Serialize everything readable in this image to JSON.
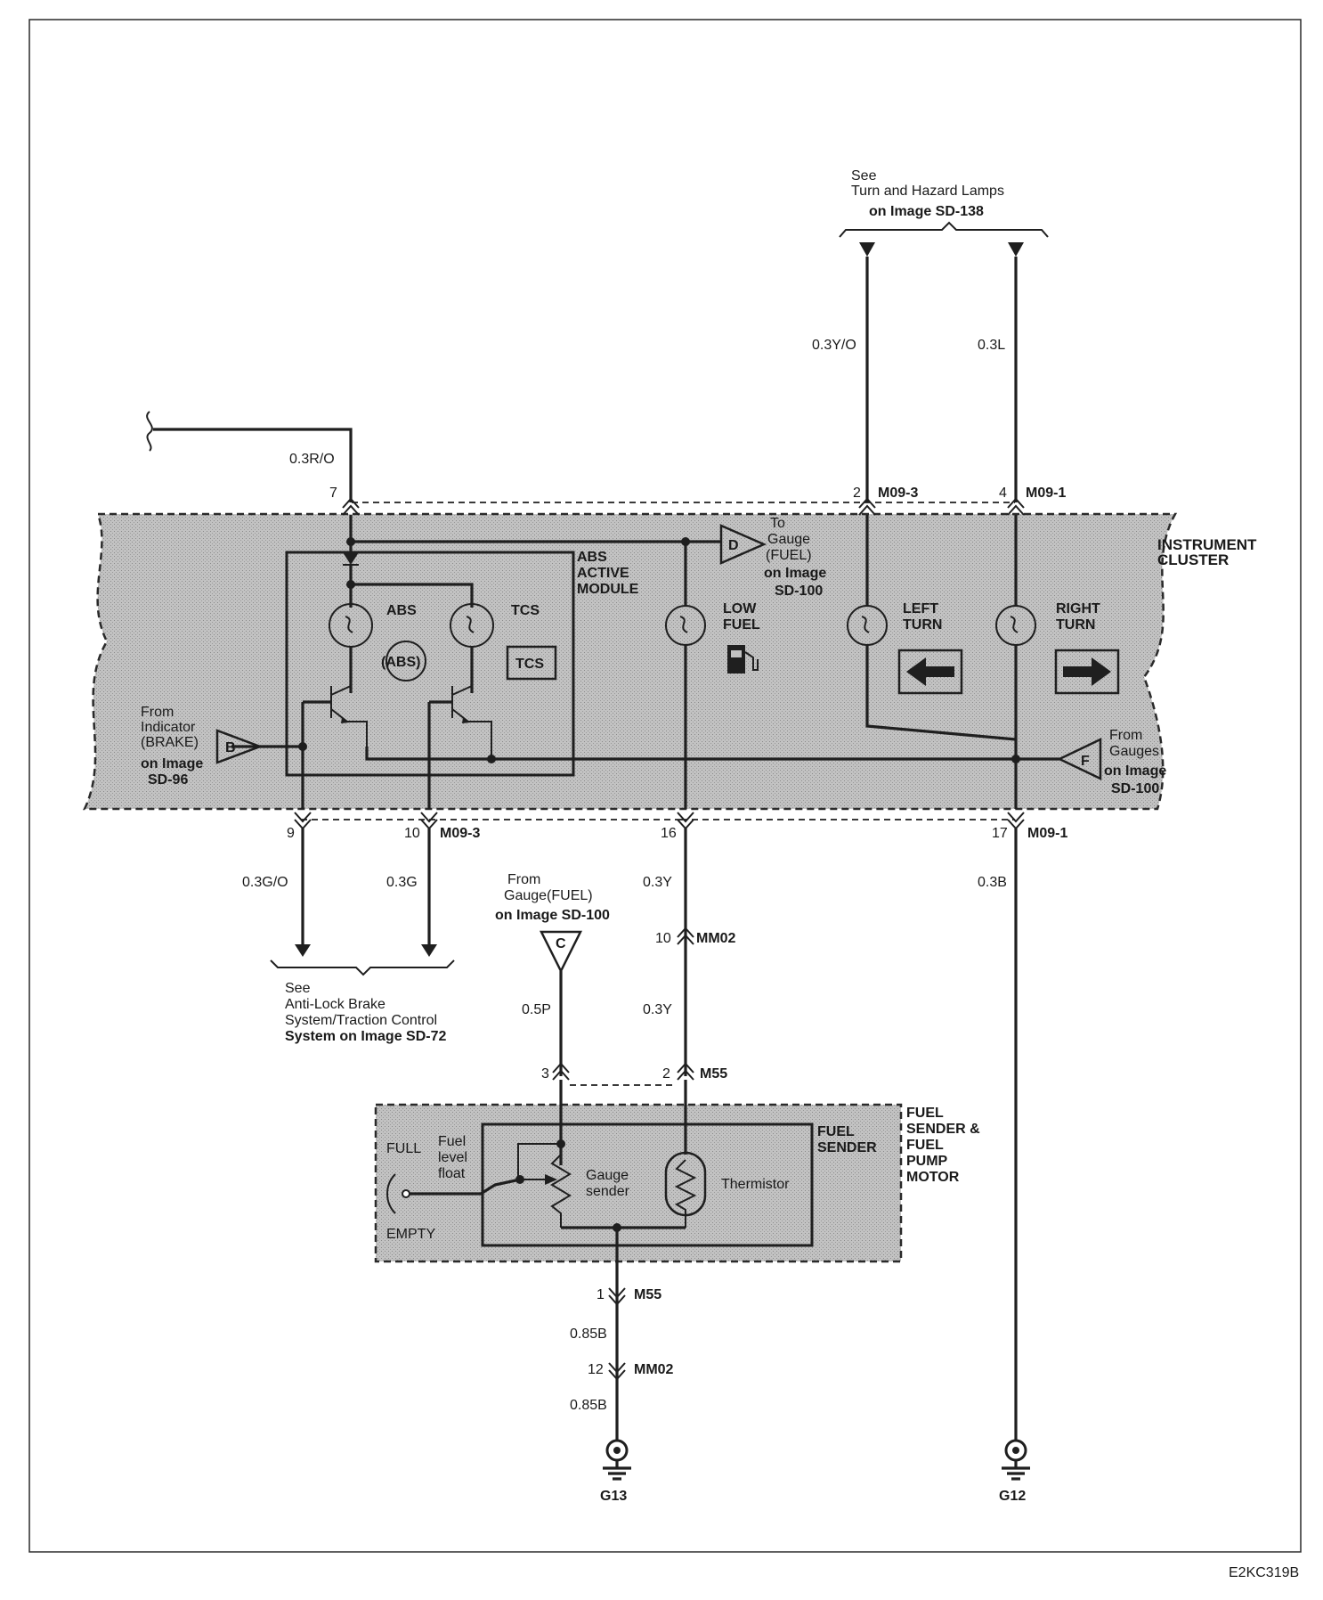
{
  "references": {
    "turn_hazard": {
      "line1": "See",
      "line2": "Turn and Hazard Lamps",
      "line3": "on Image SD-138"
    },
    "abs_tcs": {
      "line1": "See",
      "line2": "Anti-Lock Brake",
      "line3": "System/Traction Control",
      "line4": "System on Image SD-72"
    }
  },
  "wires": {
    "r_o": "0.3R/O",
    "y_o": "0.3Y/O",
    "l": "0.3L",
    "g_o": "0.3G/O",
    "g": "0.3G",
    "y_upper": "0.3Y",
    "y_lower": "0.3Y",
    "p": "0.5P",
    "b": "0.3B",
    "b85_upper": "0.85B",
    "b85_lower": "0.85B"
  },
  "connectors": {
    "top_7": "7",
    "top_2": "2",
    "top_m093": "M09-3",
    "top_4": "4",
    "top_m091": "M09-1",
    "bot_9": "9",
    "bot_10": "10",
    "bot_m093": "M09-3",
    "bot_16": "16",
    "bot_17": "17",
    "bot_m091": "M09-1",
    "mm02_10": "10",
    "mm02_a": "MM02",
    "m55_3": "3",
    "m55_2": "2",
    "m55_a": "M55",
    "m55_1": "1",
    "m55_b": "M55",
    "mm02_12": "12",
    "mm02_b": "MM02"
  },
  "cluster": {
    "title_line1": "INSTRUMENT",
    "title_line2": "CLUSTER",
    "abs_module": {
      "line1": "ABS",
      "line2": "ACTIVE",
      "line3": "MODULE"
    },
    "abs_lamp": "ABS",
    "tcs_lamp": "TCS",
    "abs_symbol": "(ABS)",
    "tcs_symbol": "TCS",
    "low_fuel": {
      "line1": "LOW",
      "line2": "FUEL"
    },
    "left_turn": {
      "line1": "LEFT",
      "line2": "TURN"
    },
    "right_turn": {
      "line1": "RIGHT",
      "line2": "TURN"
    },
    "to_gauge": {
      "letter": "D",
      "line1": "To",
      "line2": "Gauge",
      "line3": "(FUEL)",
      "line4": "on Image",
      "line5": "SD-100"
    },
    "from_indicator": {
      "letter": "B",
      "line1": "From",
      "line2": "Indicator",
      "line3": "(BRAKE)",
      "line4": "on Image",
      "line5": "SD-96"
    },
    "from_gauges": {
      "letter": "F",
      "line1": "From",
      "line2": "Gauges",
      "line3": "on Image",
      "line4": "SD-100"
    }
  },
  "fuel_gauge_ref": {
    "letter": "C",
    "line1": "From",
    "line2": "Gauge(FUEL)",
    "line3": "on Image SD-100"
  },
  "fuel_unit": {
    "title": {
      "line1": "FUEL",
      "line2": "SENDER &",
      "line3": "FUEL",
      "line4": "PUMP",
      "line5": "MOTOR"
    },
    "sender": {
      "line1": "FUEL",
      "line2": "SENDER"
    },
    "full": "FULL",
    "empty": "EMPTY",
    "float": {
      "line1": "Fuel",
      "line2": "level",
      "line3": "float"
    },
    "gauge_sender": {
      "line1": "Gauge",
      "line2": "sender"
    },
    "thermistor": "Thermistor"
  },
  "grounds": {
    "g13": "G13",
    "g12": "G12"
  },
  "image_code": "E2KC319B"
}
